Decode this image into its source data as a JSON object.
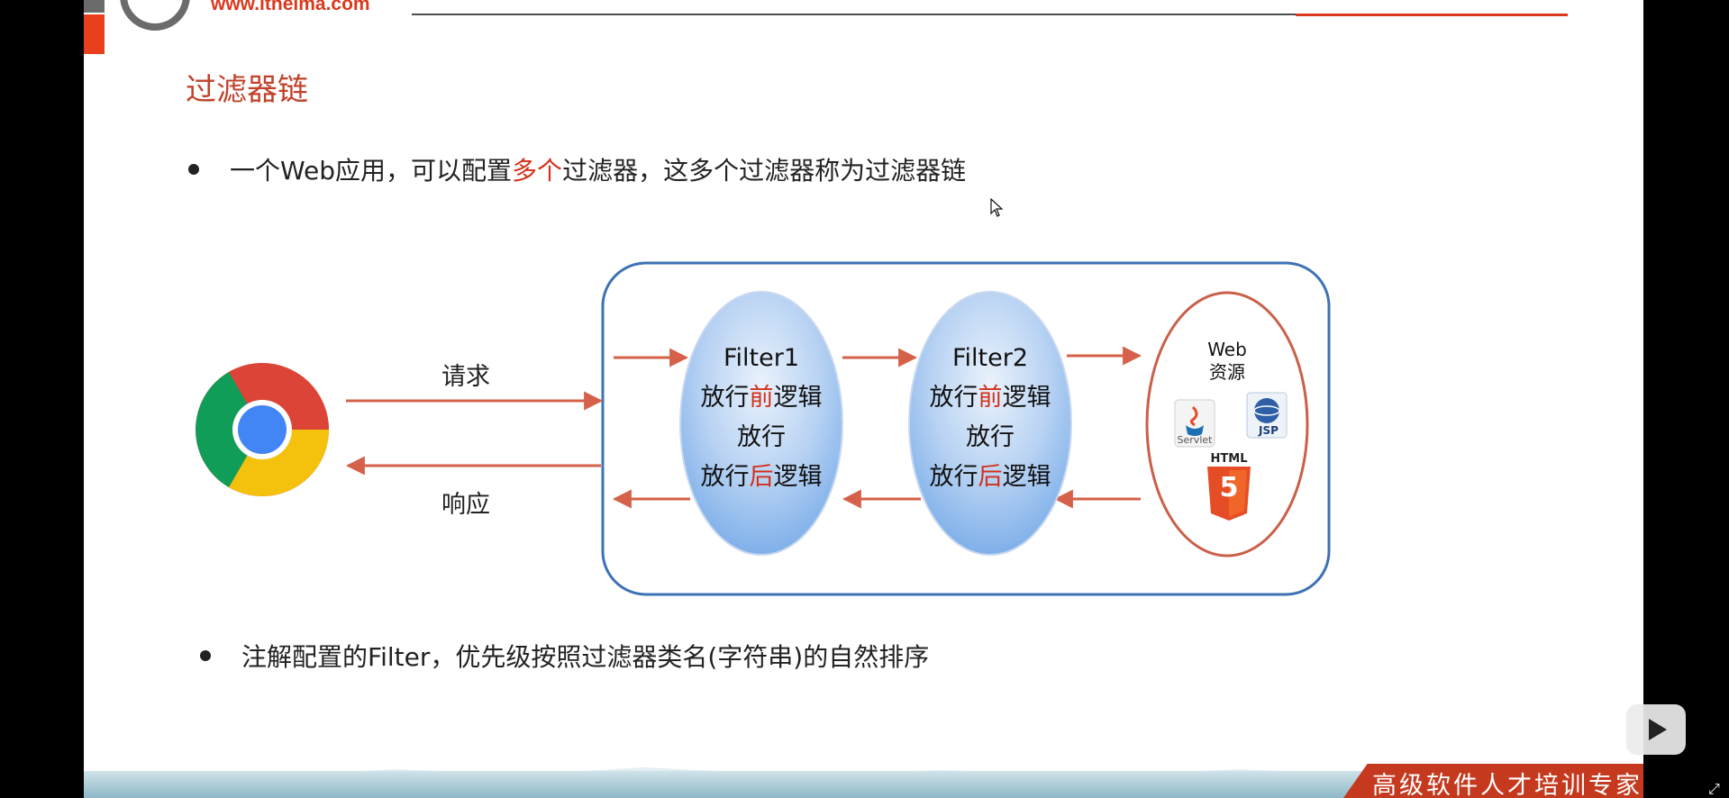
{
  "header": {
    "url": "www.itheima.com"
  },
  "slide": {
    "title": "过滤器链",
    "bullet1": {
      "before": "一个Web应用，可以配置",
      "highlight": "多个",
      "after": "过滤器，这多个过滤器称为过滤器链"
    },
    "bullet2": "注解配置的Filter，优先级按照过滤器类名(字符串)的自然排序"
  },
  "diagram": {
    "request_label": "请求",
    "response_label": "响应",
    "filter1": {
      "name": "Filter1",
      "line1_a": "放行",
      "line1_b": "前",
      "line1_c": "逻辑",
      "line2": "放行",
      "line3_a": "放行",
      "line3_b": "后",
      "line3_c": "逻辑"
    },
    "filter2": {
      "name": "Filter2",
      "line1_a": "放行",
      "line1_b": "前",
      "line1_c": "逻辑",
      "line2": "放行",
      "line3_a": "放行",
      "line3_b": "后",
      "line3_c": "逻辑"
    },
    "resource": {
      "title1": "Web",
      "title2": "资源",
      "servlet_label": "Servlet",
      "jsp_label": "JSP",
      "html_label": "HTML",
      "html5_glyph": "5"
    },
    "colors": {
      "container_border": "#3d72b4",
      "arrow": "#d5614a",
      "ellipse_border": "#c8d8ef",
      "resource_border": "#c9604a",
      "highlight": "#d4301a"
    }
  },
  "footer": {
    "slogan": "高级软件人才培训专家"
  },
  "icons": {
    "browser": "chrome-icon",
    "player": "play-icon",
    "cursor": "cursor-icon",
    "fullscreen": "fullscreen-icon"
  }
}
